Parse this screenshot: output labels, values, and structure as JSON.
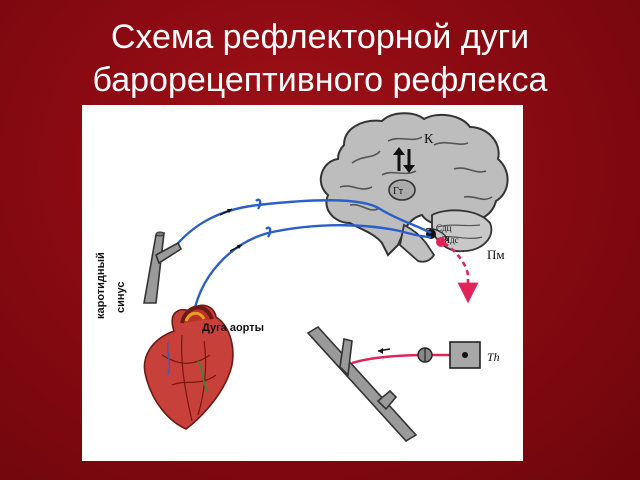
{
  "slide": {
    "title_line1": "Схема рефлекторной дуги",
    "title_line2": "барорецептивного рефлекса"
  },
  "diagram": {
    "labels": {
      "cortex": "К",
      "hypothalamus": "Гт",
      "vasomotor_center": "Сдц",
      "vagus_nucleus": "Ядс",
      "medulla": "Пм",
      "carotid_sinus_line1": "каротидный",
      "carotid_sinus_line2": "синус",
      "aortic_arch": "Дуга аорты",
      "thoracic": "Th"
    },
    "colors": {
      "background": "#8a0a12",
      "afferent_nerve": "#2a5fc7",
      "efferent_nerve": "#e0245a",
      "brain_fill": "#bdbdbd",
      "vessel_fill": "#9a9a9a"
    }
  }
}
